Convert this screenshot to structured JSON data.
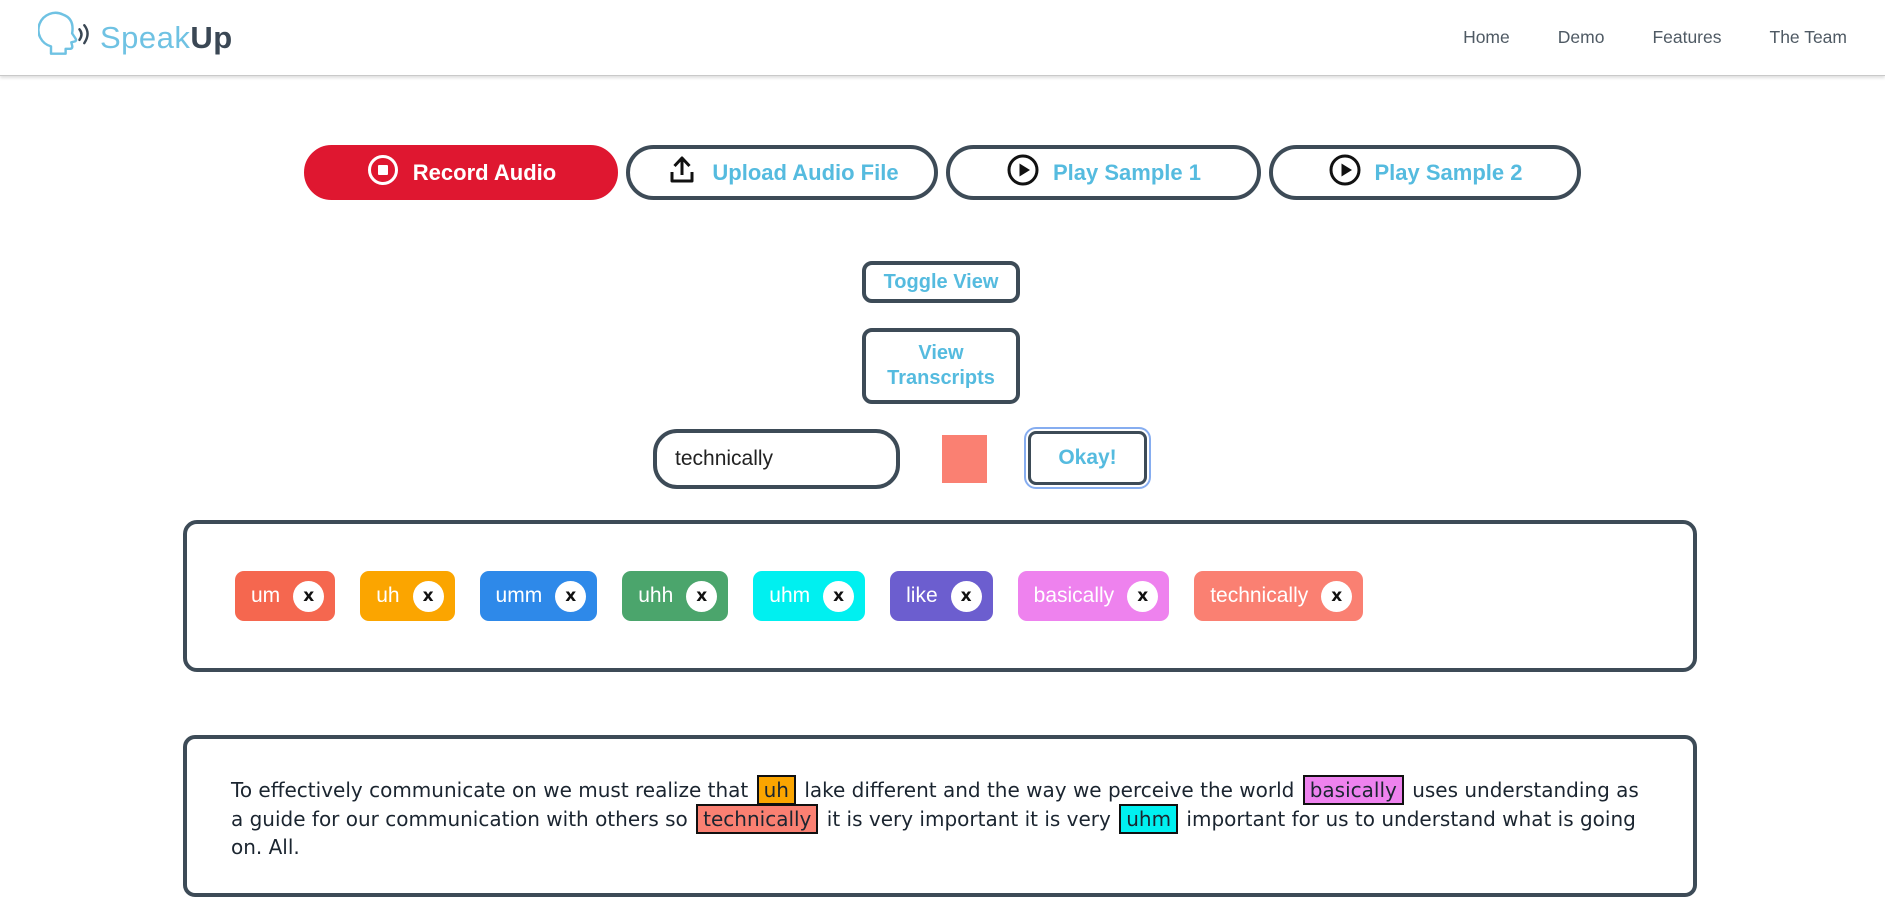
{
  "brand": {
    "name_primary": "Speak",
    "name_secondary": "Up"
  },
  "nav": {
    "items": [
      "Home",
      "Demo",
      "Features",
      "The Team"
    ]
  },
  "actions": {
    "record": "Record Audio",
    "upload": "Upload Audio File",
    "play_sample_1": "Play Sample 1",
    "play_sample_2": "Play Sample 2",
    "toggle_view": "Toggle View",
    "view_transcripts": "View Transcripts",
    "okay": "Okay!"
  },
  "word_input": {
    "value": "technically",
    "placeholder": "",
    "swatch_color": "#fa8072"
  },
  "chips": {
    "remove_glyph": "x"
  },
  "filler_words": [
    {
      "label": "um",
      "color": "#f5674f"
    },
    {
      "label": "uh",
      "color": "#fba500"
    },
    {
      "label": "umm",
      "color": "#2e89e9"
    },
    {
      "label": "uhh",
      "color": "#4ba56c"
    },
    {
      "label": "uhm",
      "color": "#00f0f0"
    },
    {
      "label": "like",
      "color": "#6c5ecf"
    },
    {
      "label": "basically",
      "color": "#ee82ee"
    },
    {
      "label": "technically",
      "color": "#fa8072"
    }
  ],
  "transcript": {
    "segments": [
      {
        "text": "To effectively communicate on we must realize that "
      },
      {
        "text": "uh",
        "highlight": "#fba500"
      },
      {
        "text": " lake different and the way we perceive the world "
      },
      {
        "text": "basically",
        "highlight": "#ee82ee"
      },
      {
        "text": " uses understanding as a guide for our communication with others so "
      },
      {
        "text": "technically",
        "highlight": "#fa8072"
      },
      {
        "text": " it is very important it is very "
      },
      {
        "text": "uhm",
        "highlight": "#00f0f0"
      },
      {
        "text": " important for us to understand what is going on. All."
      }
    ]
  },
  "colors": {
    "border_slate": "#3d4b57",
    "accent_blue": "#55bbdf",
    "record_red": "#df1730",
    "logo_light_blue": "#6fc2e3",
    "logo_dark": "#3a4754",
    "nav_grey": "#4f5a64",
    "highlight_border": "#101010"
  }
}
